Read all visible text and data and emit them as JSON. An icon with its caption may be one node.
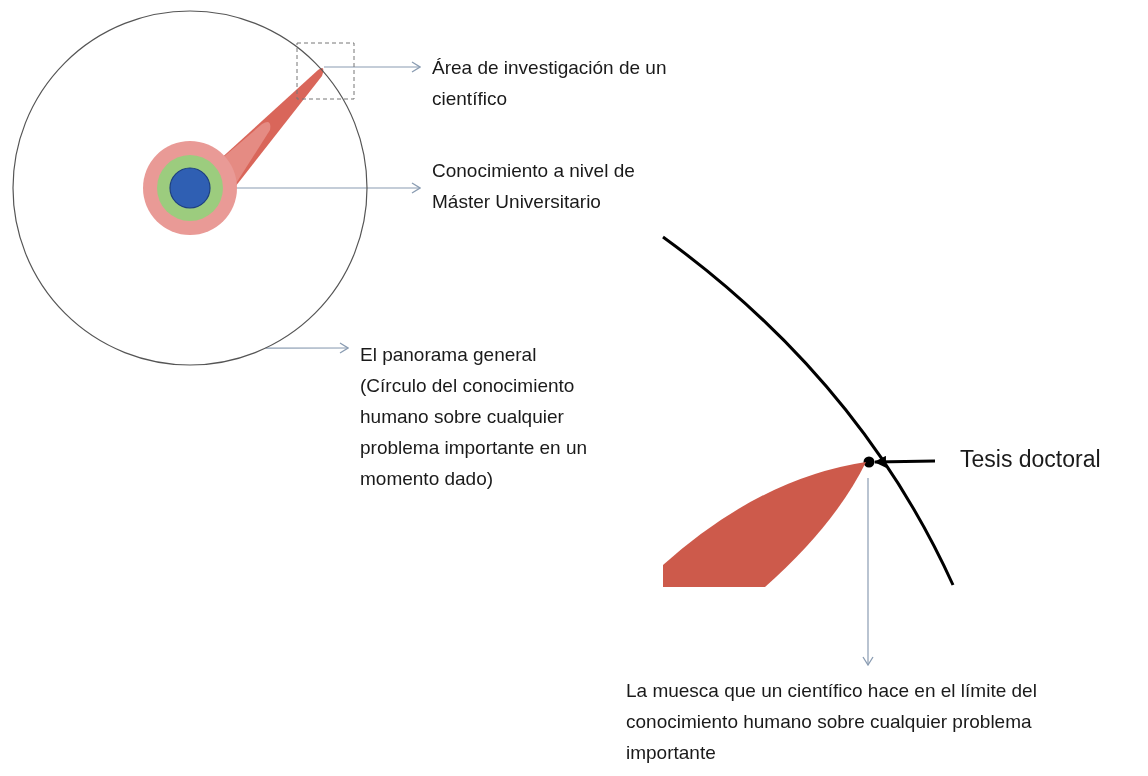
{
  "diagram": {
    "nodes": [
      {
        "text": [],
        "shape": "circle"
      },
      {
        "text": [],
        "shape": "box"
      },
      {
        "text": [],
        "shape": "circle",
        "in": 0
      },
      {
        "text": [
          "Área de investigación de un científico"
        ]
      },
      {
        "text": [
          "Conocimiento a nivel de Máster Universitario"
        ]
      },
      {
        "text": [
          "El panorama general",
          "(Círculo del conocimiento humano sobre cualquier problema importante en un momento dado)"
        ]
      },
      {
        "text": [],
        "shape": "circle"
      },
      {
        "text": [],
        "shape": "wedge"
      },
      {
        "text": [
          "Tesis doctoral"
        ]
      },
      {
        "text": [
          "La muesca que un científico hace en el límite del conocimiento humano sobre cualquier problema importante"
        ]
      }
    ],
    "edges": [
      {
        "from": 1,
        "to": 3,
        "arrow": "to"
      },
      {
        "from": 2,
        "to": 4,
        "arrow": "to"
      },
      {
        "from": 0,
        "to": 5,
        "arrow": "to"
      },
      {
        "from": 8,
        "to": 6,
        "arrow": "to",
        "style": "thick",
        "color": "#000000"
      },
      {
        "from": 7,
        "to": 9,
        "arrow": "to"
      }
    ]
  }
}
